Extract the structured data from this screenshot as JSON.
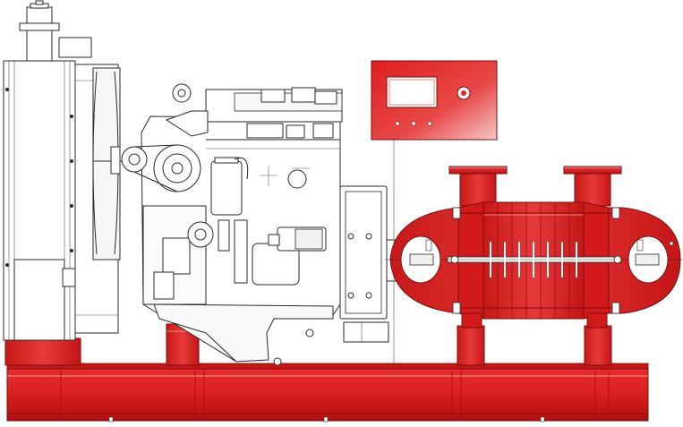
{
  "colors": {
    "accent_red": "#d41c1c",
    "dark_red": "#8f0f0f",
    "highlight_red": "#f4a0a0",
    "line": "#2a2a2a",
    "background": "#ffffff"
  },
  "components": {
    "radiator": "radiator-drawing",
    "engine": "diesel-engine-drawing",
    "control_panel": "control-panel",
    "pump": "multistage-pump",
    "base_frame": "base-frame"
  }
}
